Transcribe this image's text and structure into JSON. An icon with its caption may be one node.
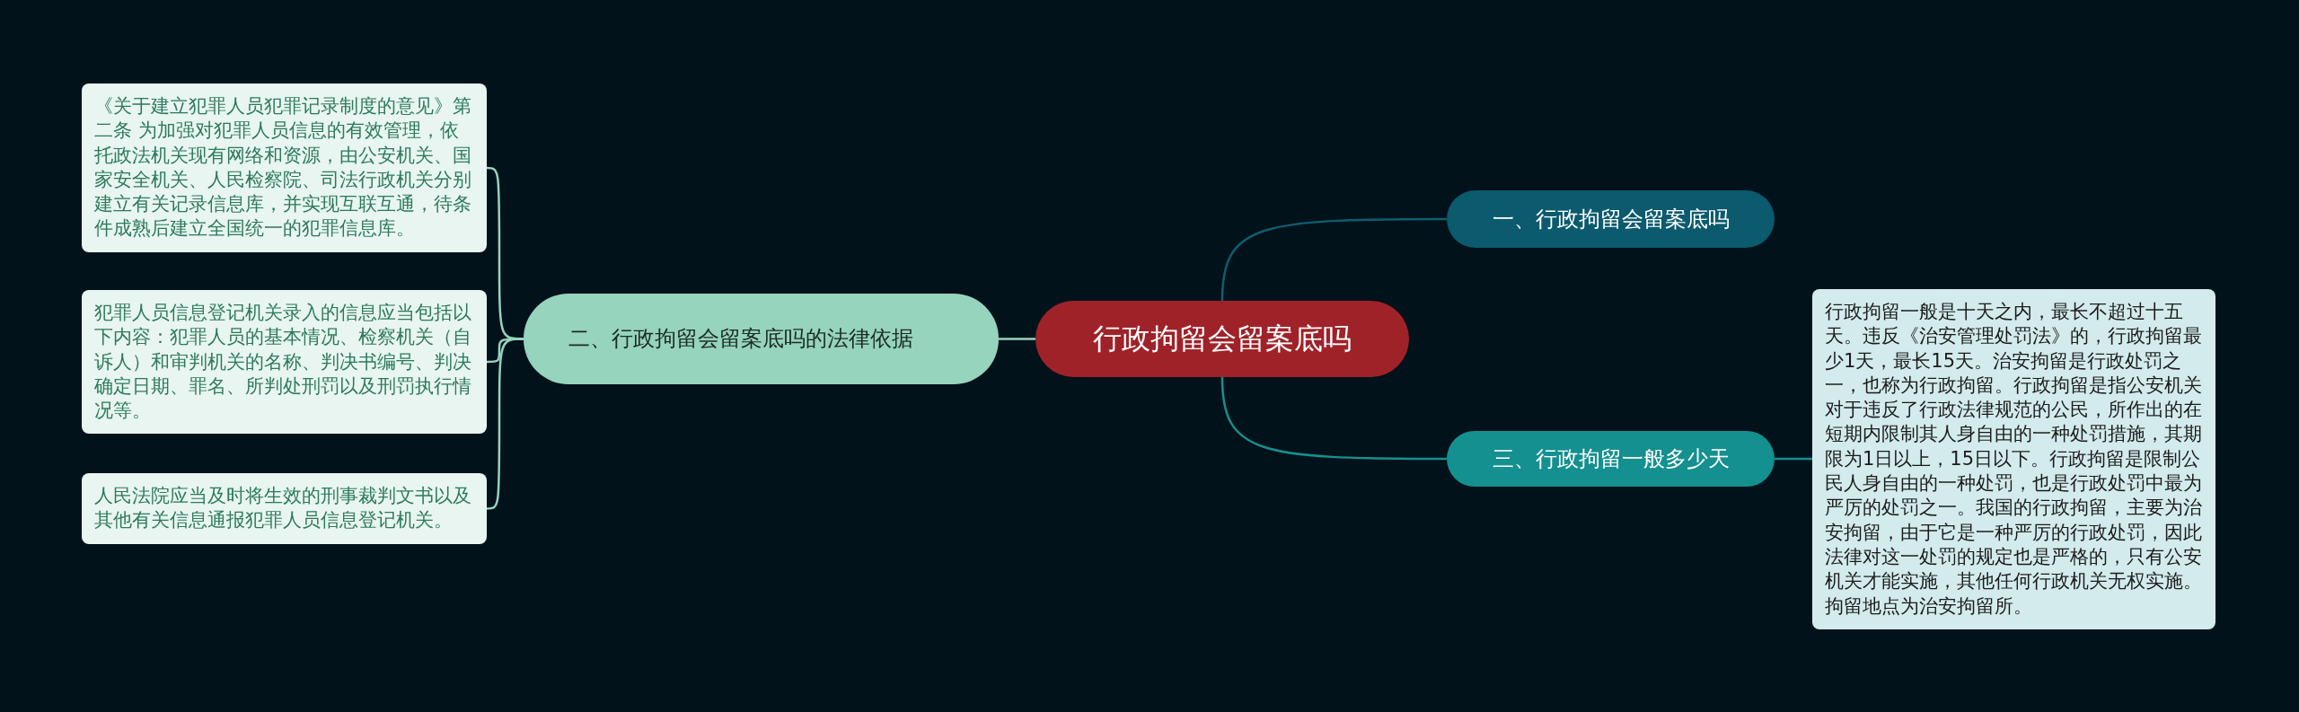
{
  "diagram": {
    "nodes": [
      {
        "text": [
          "行政拘留会留案底吗"
        ]
      },
      {
        "text": [
          "一、行政拘留会留案底吗"
        ]
      },
      {
        "text": [
          "三、行政拘留一般多少天"
        ]
      },
      {
        "text": [
          "行政拘留一般是十天之内，最长不超过十五天。违反《治安管理处罚法》的，行政拘留最少1天，最长15天。治安拘留是行政处罚之一，也称为行政拘留。行政拘留是指公安机关对于违反了行政法律规范的公民，所作出的在短期内限制其人身自由的一种处罚措施，其期限为1日以上，15日以下。行政拘留是限制公民人身自由的一种处罚，也是行政处罚中最为严厉的处罚之一。我国的行政拘留，主要为治安拘留，由于它是一种严厉的行政处罚，因此法律对这一处罚的规定也是严格的，只有公安机关才能实施，其他任何行政机关无权实施。拘留地点为治安拘留所。"
        ]
      },
      {
        "text": [
          "二、行政拘留会留案底吗的法律依据"
        ]
      },
      {
        "text": [
          "《关于建立犯罪人员犯罪记录制度的意见》第二条 为加强对犯罪人员信息的有效管理，依托政法机关现有网络和资源，由公安机关、国家安全机关、人民检察院、司法行政机关分别建立有关记录信息库，并实现互联互通，待条件成熟后建立全国统一的犯罪信息库。"
        ]
      },
      {
        "text": [
          "犯罪人员信息登记机关录入的信息应当包括以下内容：犯罪人员的基本情况、检察机关（自诉人）和审判机关的名称、判决书编号、判决确定日期、罪名、所判处刑罚以及刑罚执行情况等。"
        ]
      },
      {
        "text": [
          "人民法院应当及时将生效的刑事裁判文书以及其他有关信息通报犯罪人员信息登记机关。"
        ]
      }
    ],
    "edges": [
      {
        "from": 0,
        "to": 1,
        "arrow": "none",
        "color": "#0e5d70"
      },
      {
        "from": 0,
        "to": 2,
        "arrow": "none",
        "color": "#16908f"
      },
      {
        "from": 2,
        "to": 3,
        "arrow": "none",
        "color": "#16908f"
      },
      {
        "from": 0,
        "to": 4,
        "arrow": "none",
        "color": "#96d4bd"
      },
      {
        "from": 4,
        "to": 5,
        "arrow": "none",
        "color": "#96d4bd"
      },
      {
        "from": 4,
        "to": 6,
        "arrow": "none",
        "color": "#96d4bd"
      },
      {
        "from": 4,
        "to": 7,
        "arrow": "none",
        "color": "#96d4bd"
      }
    ]
  }
}
